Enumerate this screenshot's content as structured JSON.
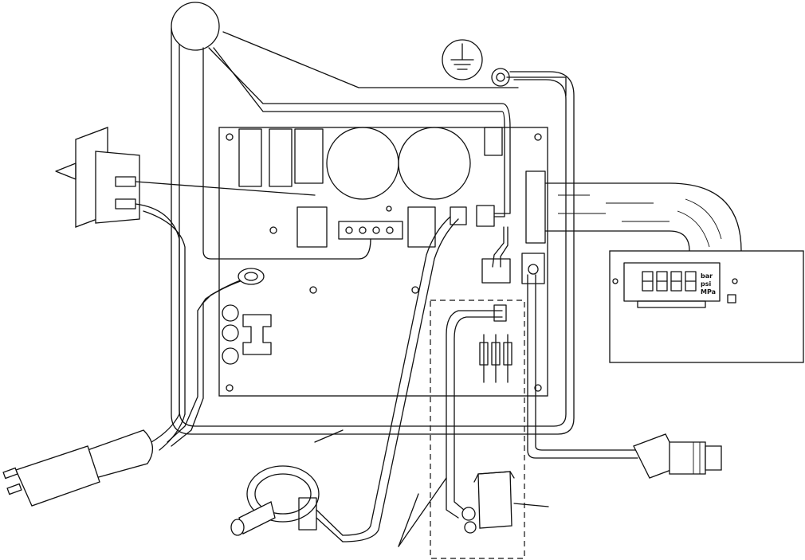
{
  "display": {
    "units": [
      "bar",
      "psi",
      "MPa"
    ]
  },
  "colors": {
    "line": "#111111",
    "background": "#ffffff"
  }
}
